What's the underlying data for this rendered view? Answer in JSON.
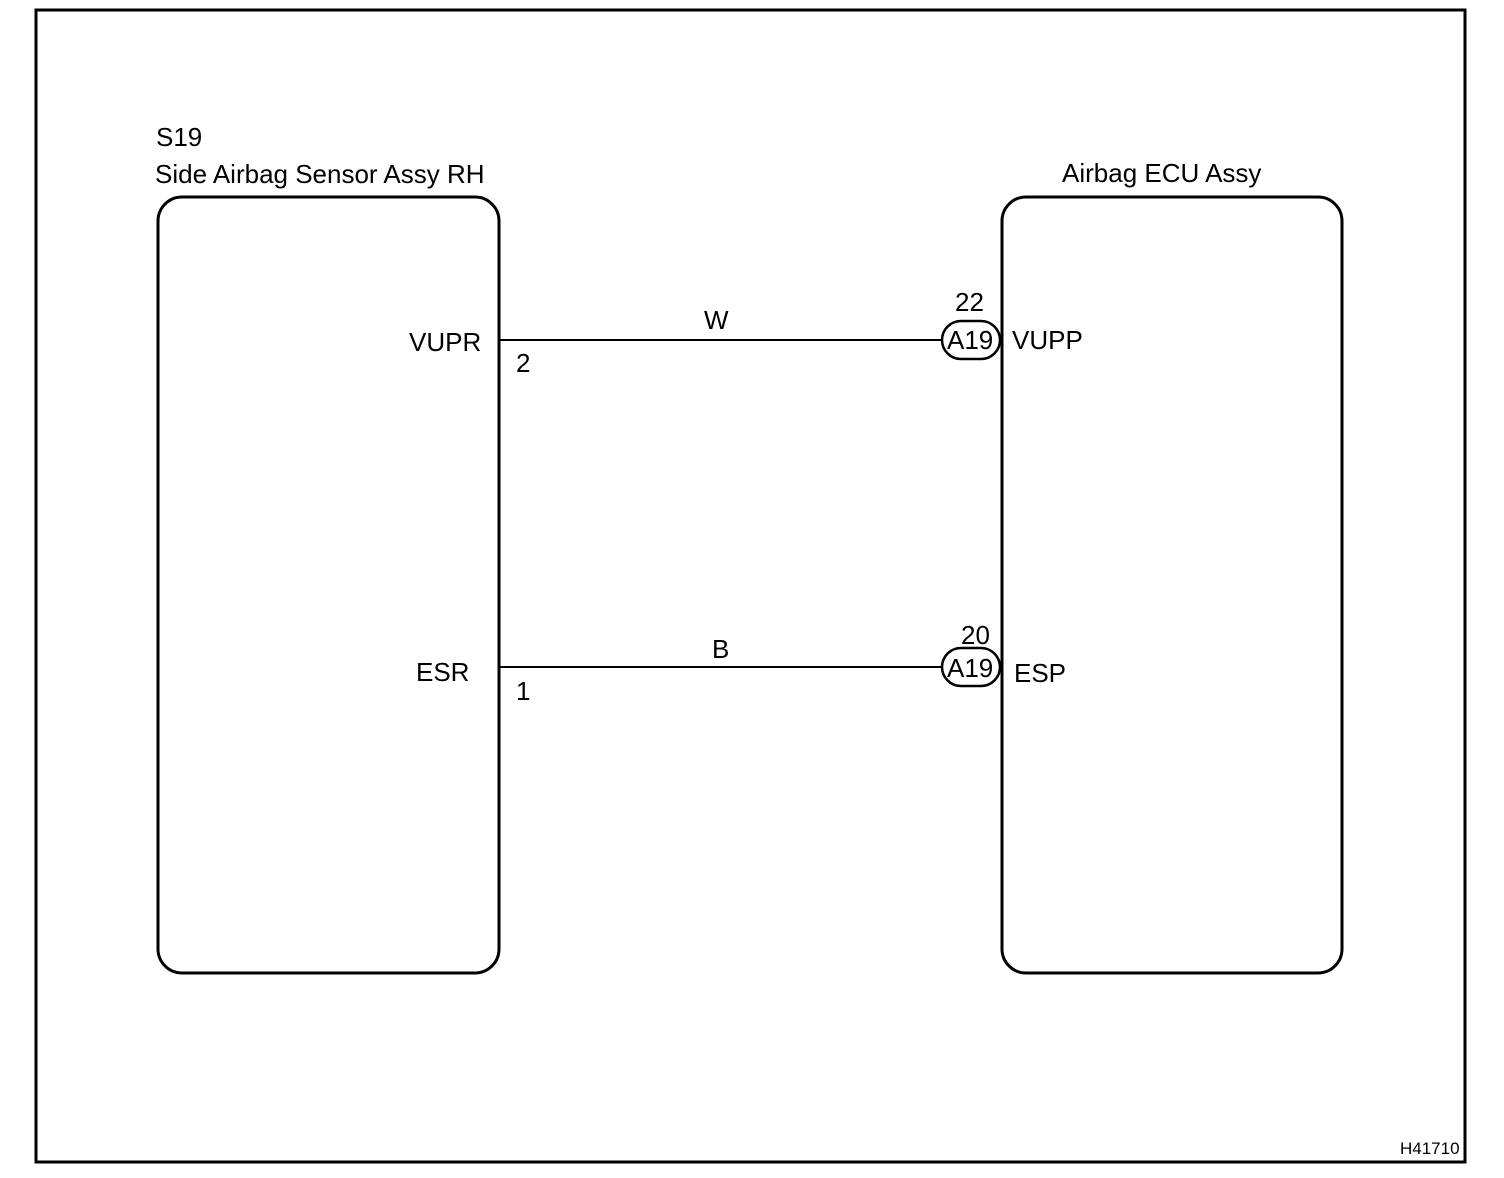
{
  "sensor": {
    "code": "S19",
    "name": "Side Airbag Sensor Assy RH",
    "pins": [
      {
        "terminal": "VUPR",
        "pin": "2"
      },
      {
        "terminal": "ESR",
        "pin": "1"
      }
    ]
  },
  "ecu": {
    "name": "Airbag ECU Assy",
    "connector": "A19",
    "pins": [
      {
        "terminal": "VUPP",
        "pin": "22"
      },
      {
        "terminal": "ESP",
        "pin": "20"
      }
    ]
  },
  "wires": [
    {
      "color": "W",
      "from": "VUPR",
      "to": "VUPP"
    },
    {
      "color": "B",
      "from": "ESR",
      "to": "ESP"
    }
  ],
  "figure_id": "H41710"
}
